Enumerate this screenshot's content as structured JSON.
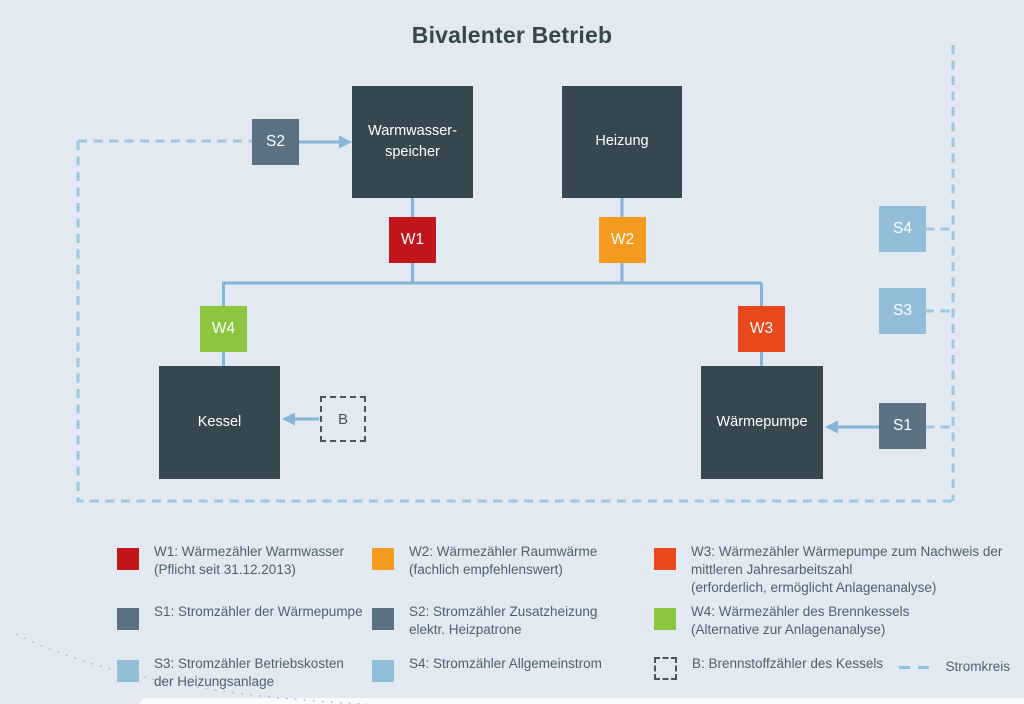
{
  "title": "Bivalenter Betrieb",
  "diagram": {
    "nodes": {
      "warmwasserspeicher": {
        "label": "Warmwasser-\nspeicher"
      },
      "heizung": {
        "label": "Heizung"
      },
      "kessel": {
        "label": "Kessel"
      },
      "waermepumpe": {
        "label": "Wärmepumpe"
      }
    },
    "meters": {
      "w1": {
        "label": "W1",
        "color": "#c3161c"
      },
      "w2": {
        "label": "W2",
        "color": "#f59b1f"
      },
      "w3": {
        "label": "W3",
        "color": "#e8481b"
      },
      "w4": {
        "label": "W4",
        "color": "#8cc63f"
      },
      "s1": {
        "label": "S1",
        "color": "#5c7283"
      },
      "s2": {
        "label": "S2",
        "color": "#5c7283"
      },
      "s3": {
        "label": "S3",
        "color": "#93bed9"
      },
      "s4": {
        "label": "S4",
        "color": "#93bed9"
      },
      "b": {
        "label": "B"
      }
    }
  },
  "legend": {
    "items": [
      {
        "id": "w1",
        "color": "#c3161c",
        "label": "W1: Wärmezähler Warmwasser\n(Pflicht seit 31.12.2013)"
      },
      {
        "id": "w2",
        "color": "#f59b1f",
        "label": "W2: Wärmezähler Raumwärme\n(fachlich empfehlenswert)"
      },
      {
        "id": "w3",
        "color": "#e8481b",
        "label": "W3: Wärmezähler Wärmepumpe zum Nachweis der\nmittleren Jahresarbeitszahl\n(erforderlich, ermöglicht Anlagenanalyse)"
      },
      {
        "id": "s1",
        "color": "#5c7283",
        "label": "S1: Stromzähler der Wärmepumpe"
      },
      {
        "id": "s2",
        "color": "#5c7283",
        "label": "S2: Stromzähler Zusatzheizung\nelektr. Heizpatrone"
      },
      {
        "id": "w4",
        "color": "#8cc63f",
        "label": "W4: Wärmezähler des Brennkessels\n(Alternative zur Anlagenanalyse)"
      },
      {
        "id": "s3",
        "color": "#93bed9",
        "label": "S3: Stromzähler Betriebskosten\nder Heizungsanlage"
      },
      {
        "id": "s4",
        "color": "#93bed9",
        "label": "S4: Stromzähler Allgemeinstrom"
      },
      {
        "id": "b",
        "color": "dashed",
        "label": "B: Brennstoffzähler des Kessels"
      }
    ],
    "stromkreis_label": "Stromkreis"
  },
  "colors": {
    "background": "#e2e9f0",
    "node_dark": "#37474f",
    "line_solid": "#85b6d8",
    "line_dashed": "#9fc7e0",
    "dashed_box_border": "#45565e",
    "title_text": "#36474f",
    "legend_text": "#4d6170"
  }
}
